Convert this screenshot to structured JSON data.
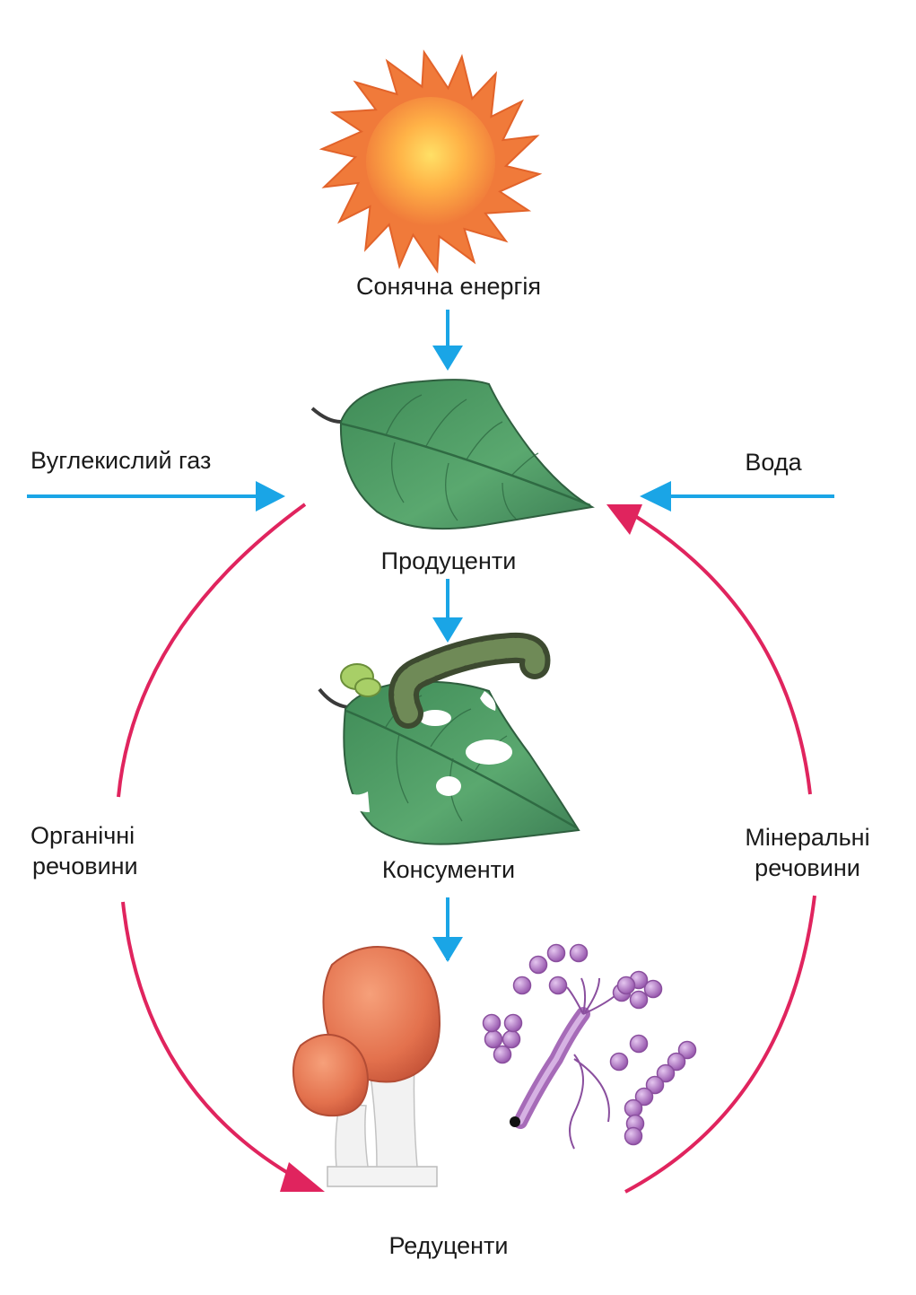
{
  "labels": {
    "solar_energy": "Сонячна енергія",
    "carbon_dioxide": "Вуглекислий газ",
    "water": "Вода",
    "producers": "Продуценти",
    "consumers": "Консументи",
    "decomposers": "Редуценти",
    "organic_line1": "Органічні",
    "organic_line2": "речовини",
    "mineral_line1": "Мінеральні",
    "mineral_line2": "речовини"
  },
  "colors": {
    "energy_arrow": "#1aa5e6",
    "cycle_arrow": "#e0245e",
    "sun_outer": "#f07a3a",
    "sun_core": "#ffd94a",
    "leaf": "#4f9a64",
    "leaf_vein": "#2f6b43",
    "caterpillar": "#4a5a3c",
    "mushroom_cap": "#e3714d",
    "mushroom_stem": "#f3f3f3",
    "bacteria": "#a66bb8"
  },
  "icons": {
    "sun": "sun-icon",
    "leaf": "leaf-icon",
    "caterpillar_leaf": "caterpillar-on-leaf-icon",
    "mushrooms": "mushrooms-icon",
    "bacteria": "bacteria-icon"
  }
}
